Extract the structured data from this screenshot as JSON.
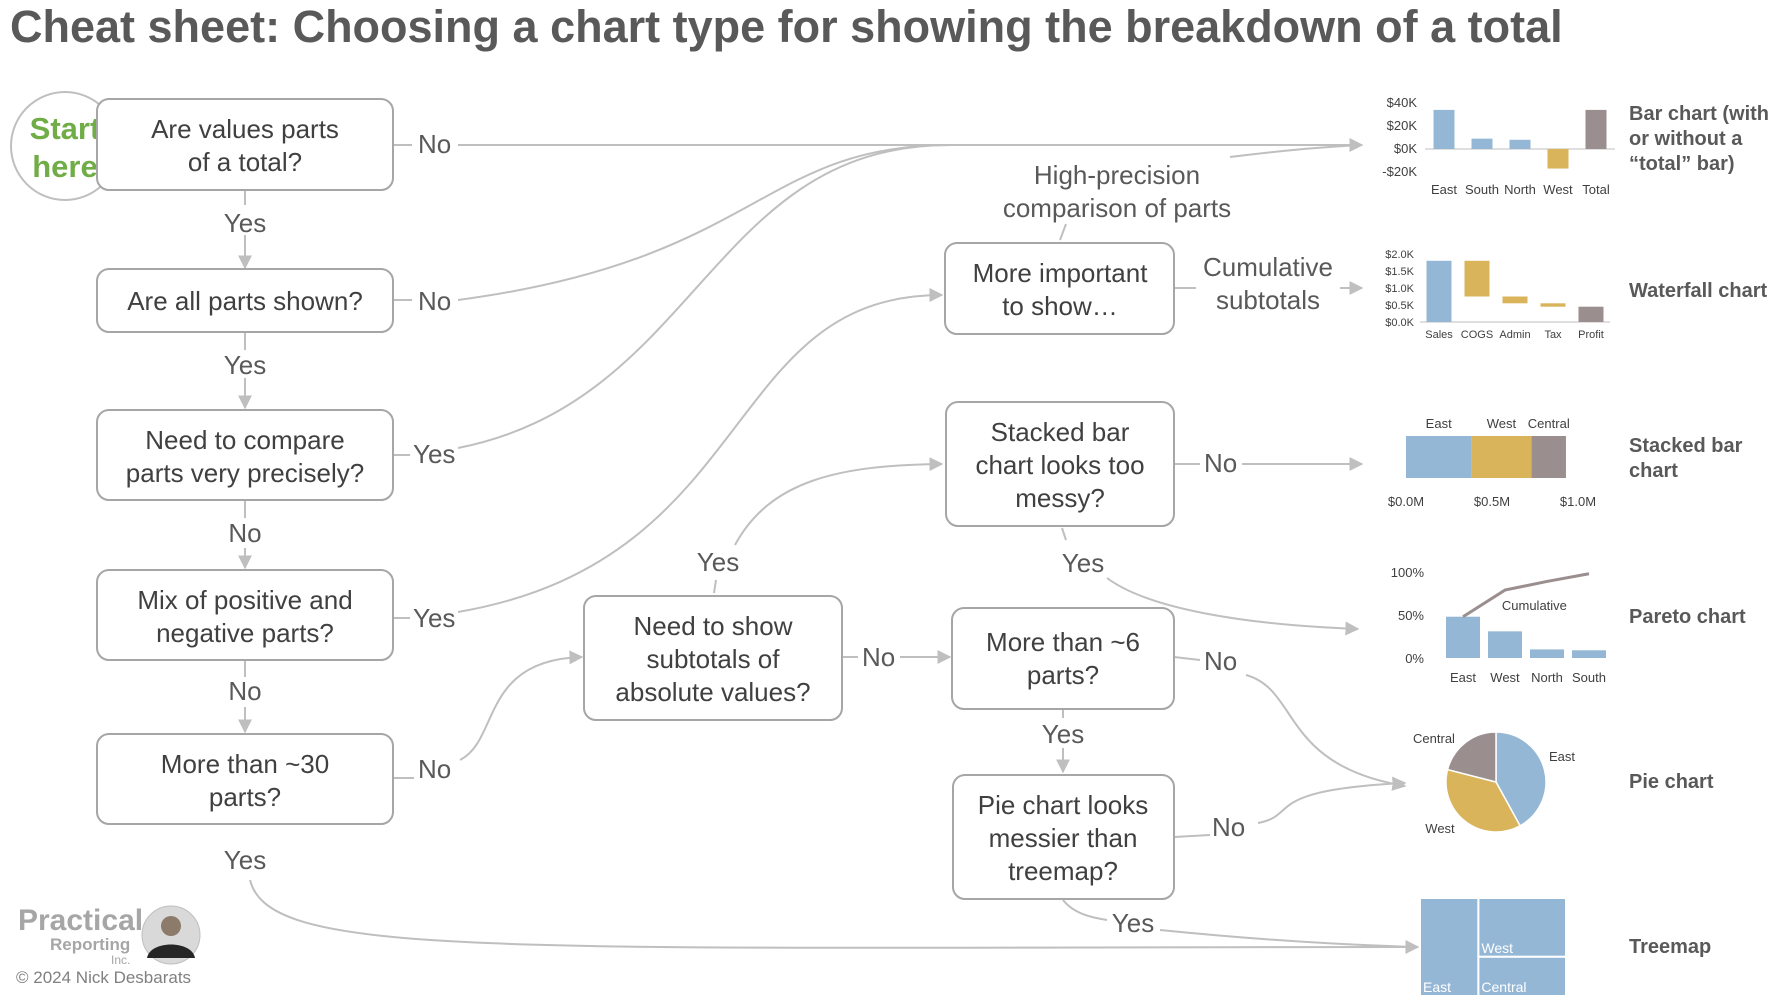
{
  "title": "Cheat sheet: Choosing a chart type for showing the breakdown of a total",
  "start": {
    "line1": "Start",
    "line2": "here"
  },
  "nodes": {
    "q_parts_of_total": [
      "Are values parts",
      "of a total?"
    ],
    "q_all_parts": [
      "Are all parts shown?"
    ],
    "q_compare_precisely": [
      "Need to compare",
      "parts very precisely?"
    ],
    "q_mix_pos_neg": [
      "Mix of positive and",
      "negative parts?"
    ],
    "q_more_than_30": [
      "More than ~30",
      "parts?"
    ],
    "q_subtotals": [
      "Need to show",
      "subtotals of",
      "absolute values?"
    ],
    "q_more_important": [
      "More important",
      "to show…"
    ],
    "q_stacked_messy": [
      "Stacked bar",
      "chart looks too",
      "messy?"
    ],
    "q_more_than_6": [
      "More than ~6",
      "parts?"
    ],
    "q_pie_messier": [
      "Pie chart looks",
      "messier than",
      "treemap?"
    ]
  },
  "edge_labels": {
    "yes": "Yes",
    "no": "No",
    "high_precision": [
      "High-precision",
      "comparison of parts"
    ],
    "cumulative": [
      "Cumulative",
      "subtotals"
    ]
  },
  "chart_titles": {
    "bar": [
      "Bar chart (with",
      "or without a",
      "“total” bar)"
    ],
    "waterfall": [
      "Waterfall chart"
    ],
    "stacked": [
      "Stacked bar",
      "chart"
    ],
    "pareto": [
      "Pareto chart"
    ],
    "pie": [
      "Pie chart"
    ],
    "treemap": [
      "Treemap"
    ]
  },
  "branding": {
    "name1": "Practical",
    "name2": "Reporting",
    "name3": "Inc.",
    "copyright": "© 2024 Nick Desbarats"
  },
  "colors": {
    "blue": "#95b7d6",
    "gold": "#d9b45a",
    "taupe": "#9a8f8e",
    "green": "#70ad47"
  },
  "chart_data": [
    {
      "type": "bar",
      "categories": [
        "East",
        "South",
        "North",
        "West",
        "Total"
      ],
      "values": [
        34000,
        9000,
        8000,
        -17000,
        34000
      ],
      "ylim": [
        -20000,
        40000
      ],
      "yticks": [
        "$40K",
        "$20K",
        "$0K",
        "-$20K"
      ]
    },
    {
      "type": "bar",
      "subtype": "waterfall",
      "categories": [
        "Sales",
        "COGS",
        "Admin",
        "Tax",
        "Profit"
      ],
      "values": [
        1800,
        -1050,
        -200,
        -100,
        450
      ],
      "ylim": [
        0,
        2000
      ],
      "yticks": [
        "$2.0K",
        "$1.5K",
        "$1.0K",
        "$0.5K",
        "$0.0K"
      ]
    },
    {
      "type": "bar",
      "subtype": "stacked-horizontal",
      "series": [
        {
          "name": "East",
          "values": [
            0.38
          ]
        },
        {
          "name": "West",
          "values": [
            0.35
          ]
        },
        {
          "name": "Central",
          "values": [
            0.2
          ]
        }
      ],
      "xlim": [
        0,
        1.0
      ],
      "xticks": [
        "$0.0M",
        "$0.5M",
        "$1.0M"
      ]
    },
    {
      "type": "bar",
      "subtype": "pareto",
      "categories": [
        "East",
        "West",
        "North",
        "South"
      ],
      "values": [
        48,
        31,
        10,
        9
      ],
      "series": [
        {
          "name": "Cumulative",
          "values": [
            48,
            79,
            89,
            98
          ]
        }
      ],
      "ylim": [
        0,
        100
      ],
      "yticks": [
        "100%",
        "50%",
        "0%"
      ]
    },
    {
      "type": "pie",
      "categories": [
        "East",
        "West",
        "Central"
      ],
      "values": [
        42,
        37,
        21
      ]
    },
    {
      "type": "treemap",
      "categories": [
        "East",
        "West",
        "Central"
      ],
      "values": [
        40,
        36,
        24
      ]
    }
  ]
}
